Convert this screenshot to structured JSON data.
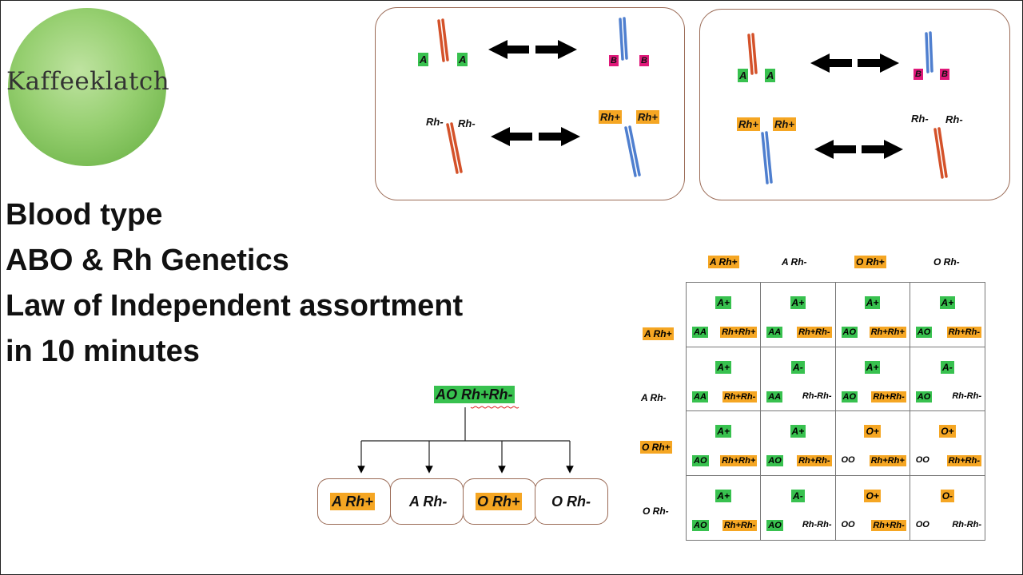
{
  "logo": {
    "text": "Kaffeeklatch"
  },
  "headline": {
    "line1": "Blood type",
    "line2": "ABO & Rh Genetics",
    "line3": "Law of Independent assortment",
    "line4": "in 10 minutes"
  },
  "colors": {
    "green": "#38c14f",
    "orange": "#f5a623",
    "magenta": "#e0197a",
    "red_chromosome": "#d4522a",
    "blue_chromosome": "#4f7fcf"
  },
  "panel_left": {
    "top_left_alleles": [
      "A",
      "A"
    ],
    "top_right_alleles": [
      "B",
      "B"
    ],
    "bottom_left_alleles": [
      "Rh-",
      "Rh-"
    ],
    "bottom_right_alleles": [
      "Rh+",
      "Rh+"
    ]
  },
  "panel_right": {
    "top_left_alleles": [
      "A",
      "A"
    ],
    "top_right_alleles": [
      "B",
      "B"
    ],
    "bottom_left_alleles": [
      "Rh+",
      "Rh+"
    ],
    "bottom_right_alleles": [
      "Rh-",
      "Rh-"
    ]
  },
  "tree": {
    "parent": "AO Rh+Rh-",
    "offspring": [
      "A Rh+",
      "A Rh-",
      "O Rh+",
      "O Rh-"
    ]
  },
  "punnett": {
    "col_headers": [
      "A Rh+",
      "A Rh-",
      "O Rh+",
      "O Rh-"
    ],
    "row_headers": [
      "A Rh+",
      "A Rh-",
      "O Rh+",
      "O Rh-"
    ],
    "cells": [
      [
        {
          "p": "A+",
          "a": "AA",
          "r": "Rh+Rh+"
        },
        {
          "p": "A+",
          "a": "AA",
          "r": "Rh+Rh-"
        },
        {
          "p": "A+",
          "a": "AO",
          "r": "Rh+Rh+"
        },
        {
          "p": "A+",
          "a": "AO",
          "r": "Rh+Rh-"
        }
      ],
      [
        {
          "p": "A+",
          "a": "AA",
          "r": "Rh+Rh-"
        },
        {
          "p": "A-",
          "a": "AA",
          "r": "Rh-Rh-"
        },
        {
          "p": "A+",
          "a": "AO",
          "r": "Rh+Rh-"
        },
        {
          "p": "A-",
          "a": "AO",
          "r": "Rh-Rh-"
        }
      ],
      [
        {
          "p": "A+",
          "a": "AO",
          "r": "Rh+Rh+"
        },
        {
          "p": "A+",
          "a": "AO",
          "r": "Rh+Rh-"
        },
        {
          "p": "O+",
          "a": "OO",
          "r": "Rh+Rh+"
        },
        {
          "p": "O+",
          "a": "OO",
          "r": "Rh+Rh-"
        }
      ],
      [
        {
          "p": "A+",
          "a": "AO",
          "r": "Rh+Rh-"
        },
        {
          "p": "A-",
          "a": "AO",
          "r": "Rh-Rh-"
        },
        {
          "p": "O+",
          "a": "OO",
          "r": "Rh+Rh-"
        },
        {
          "p": "O-",
          "a": "OO",
          "r": "Rh-Rh-"
        }
      ]
    ]
  }
}
